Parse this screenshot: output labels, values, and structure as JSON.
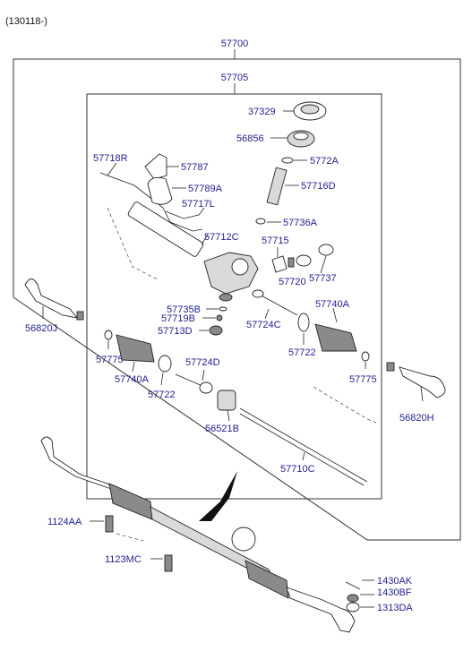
{
  "header": {
    "catalog_code": "(130118-)"
  },
  "labels": {
    "p57700": "57700",
    "p57705": "57705",
    "p37329": "37329",
    "p56856": "56856",
    "p5772A": "5772A",
    "p57716D": "57716D",
    "p57718R": "57718R",
    "p57787": "57787",
    "p57789A": "57789A",
    "p57717L": "57717L",
    "p57736A": "57736A",
    "p57712C": "57712C",
    "p57715": "57715",
    "p57720": "57720",
    "p57737": "57737",
    "p57735B": "57735B",
    "p57719B": "57719B",
    "p57713D": "57713D",
    "p57724C": "57724C",
    "p57740A_r": "57740A",
    "p57722_r": "57722",
    "p56820J": "56820J",
    "p57775_l": "57775",
    "p57740A_l": "57740A",
    "p57722_l": "57722",
    "p57724D": "57724D",
    "p56521B": "56521B",
    "p57775_r": "57775",
    "p56820H": "56820H",
    "p57710C": "57710C",
    "p1124AA": "1124AA",
    "p1123MC": "1123MC",
    "p1430AK": "1430AK",
    "p1430BF": "1430BF",
    "p1313DA": "1313DA"
  }
}
